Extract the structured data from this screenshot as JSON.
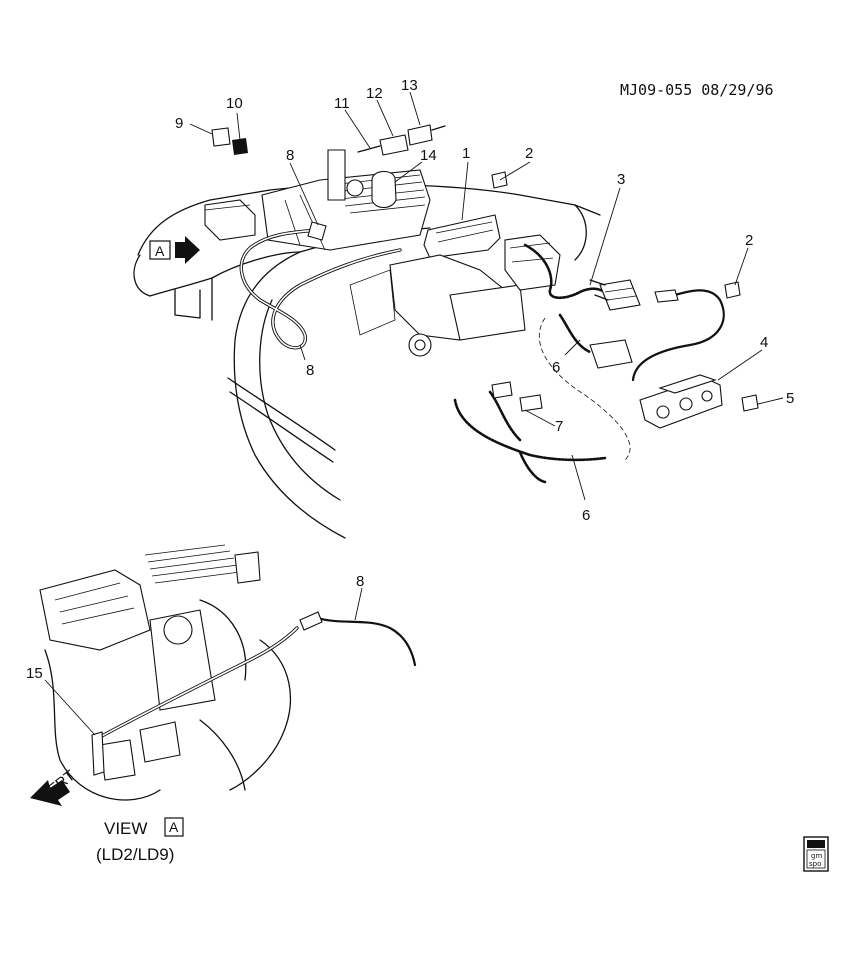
{
  "header": {
    "diagram_id": "MJ09-055 08/29/96"
  },
  "callouts": [
    "1",
    "2",
    "3",
    "4",
    "5",
    "6",
    "7",
    "8",
    "9",
    "10",
    "11",
    "12",
    "13",
    "14",
    "15"
  ],
  "view_marker": "A",
  "front_arrow": "FRT",
  "view_caption": {
    "prefix": "VIEW",
    "box": "A",
    "engine": "(LD2/LD9)"
  },
  "logo": {
    "line1": "gm",
    "line2": "spo"
  }
}
